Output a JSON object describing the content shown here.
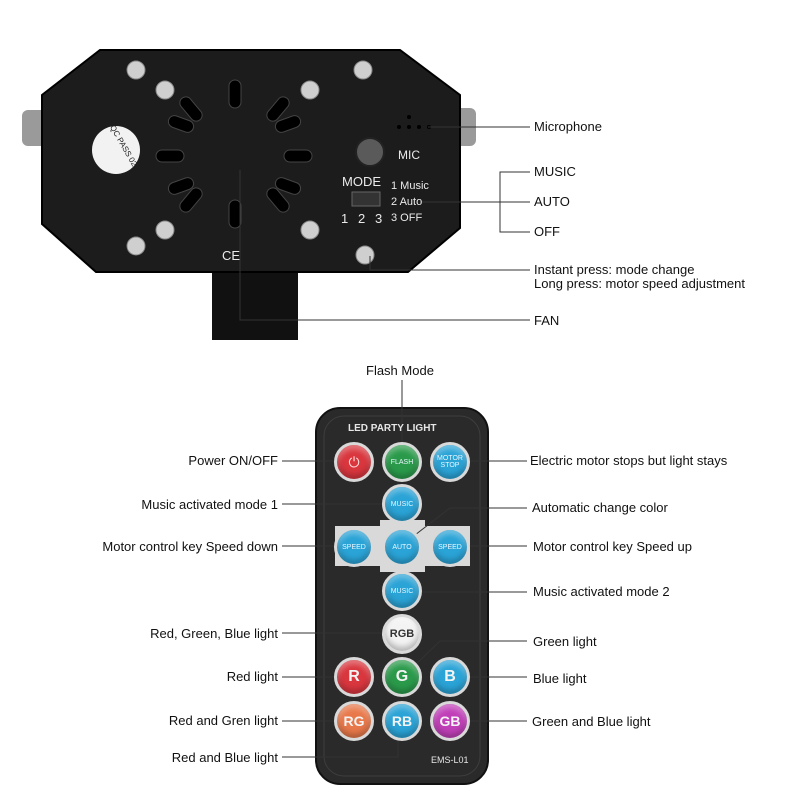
{
  "device": {
    "sticker": "QC PASS 02",
    "mic_text": "MIC",
    "mode_text": "MODE",
    "mode_options": [
      "1 Music",
      "2 Auto",
      "3 OFF"
    ],
    "switch_numbers": [
      "1",
      "2",
      "3"
    ],
    "ce_mark": "CE"
  },
  "device_callouts": {
    "microphone": "Microphone",
    "music": "MUSIC",
    "auto": "AUTO",
    "off": "OFF",
    "instant_press": "Instant press: mode change",
    "long_press": "Long press: motor speed adjustment",
    "fan": "FAN"
  },
  "remote": {
    "header": "LED PARTY LIGHT",
    "model": "EMS-L01",
    "buttons": {
      "flash": "FLASH",
      "motor_stop": "MOTOR STOP",
      "music1": "MUSIC",
      "speed_down": "SPEED",
      "auto": "AUTO",
      "speed_up": "SPEED",
      "music2": "MUSIC",
      "rgb": "RGB",
      "r": "R",
      "g": "G",
      "b": "B",
      "rg": "RG",
      "rb": "RB",
      "gb": "GB"
    }
  },
  "remote_callouts": {
    "flash_mode": "Flash Mode",
    "power": "Power ON/OFF",
    "motor_stop": "Electric motor stops but light stays",
    "music1": "Music activated mode 1",
    "auto_color": "Automatic change color",
    "speed_down": "Motor control key Speed down",
    "speed_up": "Motor control key Speed up",
    "music2": "Music activated mode 2",
    "rgb": "Red, Green, Blue light",
    "green": "Green light",
    "red": "Red light",
    "blue": "Blue light",
    "red_green": "Red and Gren light",
    "green_blue": "Green and Blue light",
    "red_blue": "Red and Blue light"
  },
  "colors": {
    "device_body": "#1c1c1c",
    "remote_body": "#2a2a2a",
    "blue_button": "#2aa3d6",
    "red_button": "#d9363e",
    "green_button": "#2a9a4a",
    "orange_button": "#e8784a",
    "magenta_button": "#c03fb8",
    "leader_line": "#333333"
  }
}
